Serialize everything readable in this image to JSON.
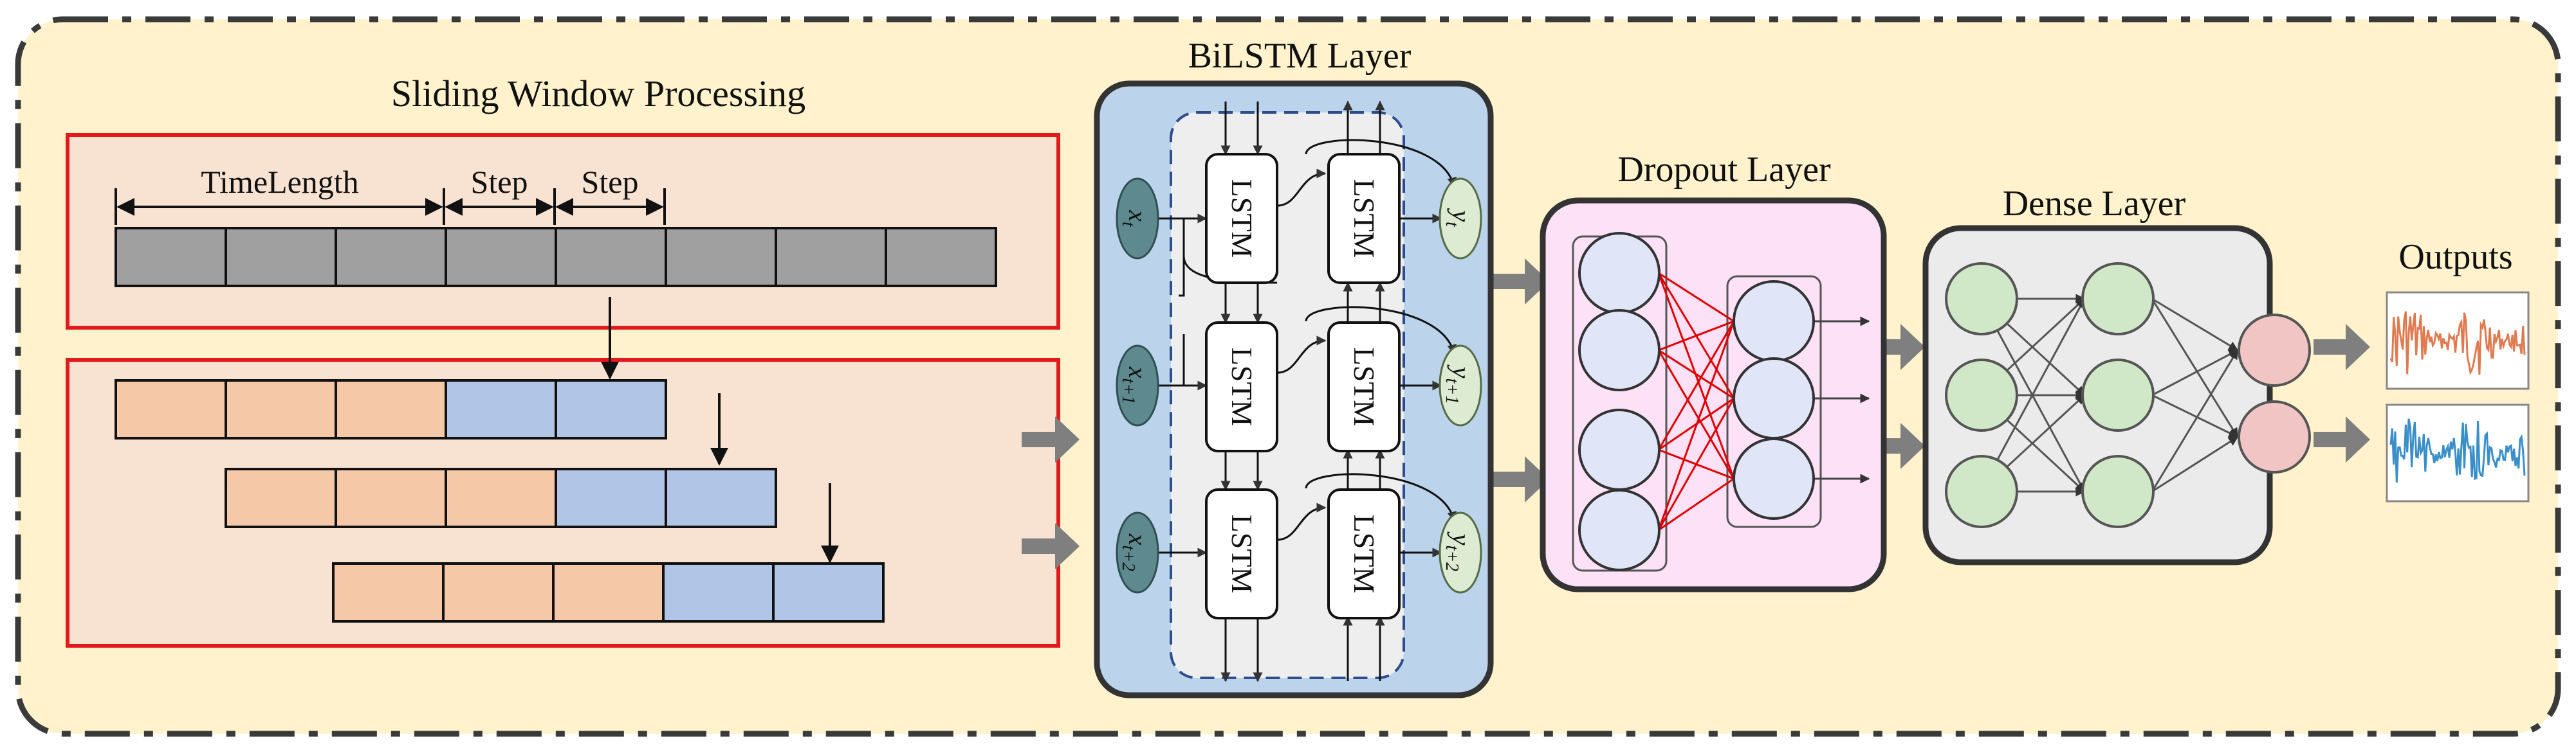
{
  "sections": {
    "sliding": {
      "title": "Sliding Window Processing",
      "timelength": "TimeLength",
      "step1": "Step",
      "step2": "Step"
    },
    "bilstm": {
      "title": "BiLSTM Layer",
      "cell": "LSTM"
    },
    "dropout": {
      "title": "Dropout Layer"
    },
    "dense": {
      "title": "Dense Layer"
    },
    "outputs": {
      "title": "Outputs"
    }
  },
  "inputs": [
    {
      "sym": "x",
      "sub": "t"
    },
    {
      "sym": "x",
      "sub": "t+1"
    },
    {
      "sym": "x",
      "sub": "t+2"
    }
  ],
  "outputs_nodes": [
    {
      "sym": "y",
      "sub": "t"
    },
    {
      "sym": "y",
      "sub": "t+1"
    },
    {
      "sym": "y",
      "sub": "t+2"
    }
  ],
  "colors": {
    "background": "#FFF2CC",
    "window_panel": "#F8E3D3",
    "red_frame": "#E31A1C",
    "gray_cell": "#A0A0A0",
    "orange_cell": "#F5C8A8",
    "blue_cell": "#B1C6E6",
    "bilstm_bg": "#BBD3EB",
    "input_node": "#5E8A8F",
    "output_node": "#DDEBD2",
    "dropout_bg": "#FCE1F7",
    "dropout_node": "#E1E5F8",
    "dense_bg": "#EBEBEB",
    "dense_node": "#D0E8C8",
    "out_node": "#F2C5C5",
    "series1": "#E07A50",
    "series2": "#3A8FC8"
  }
}
